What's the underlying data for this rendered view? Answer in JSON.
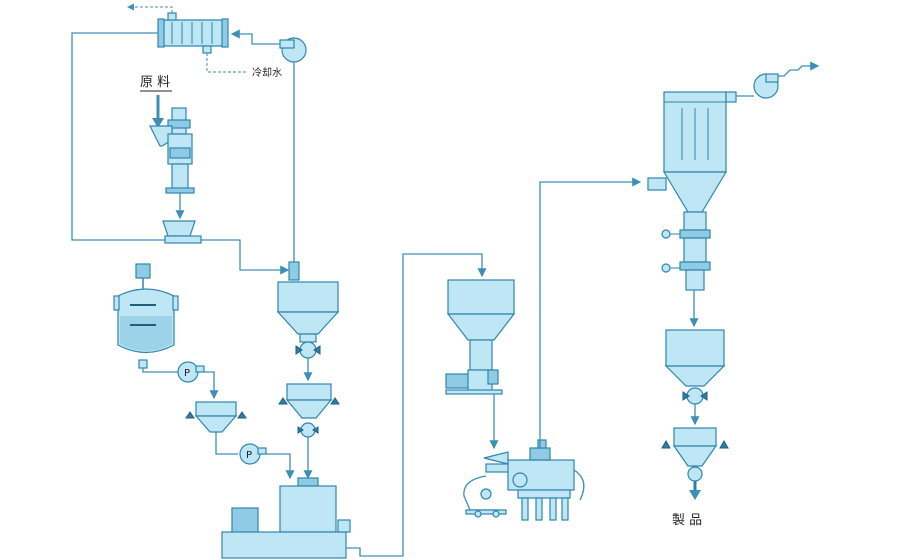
{
  "labels": {
    "raw_material": "原 料",
    "cooling_water": "冷却水",
    "product": "製 品",
    "pump_p": "P"
  },
  "colors": {
    "pipe": "#3d8fb6",
    "equipment_fill": "#bfe6f5",
    "equipment_stroke": "#2f86ad",
    "dark": "#2f7fa6"
  },
  "icons": [
    "condenser-icon",
    "blower-icon",
    "pump-icon",
    "mixer-tank-icon",
    "rotary-valve-icon",
    "cyclone-icon",
    "bag-filter-icon",
    "hopper-icon",
    "screw-feeder-icon",
    "mill-icon"
  ]
}
